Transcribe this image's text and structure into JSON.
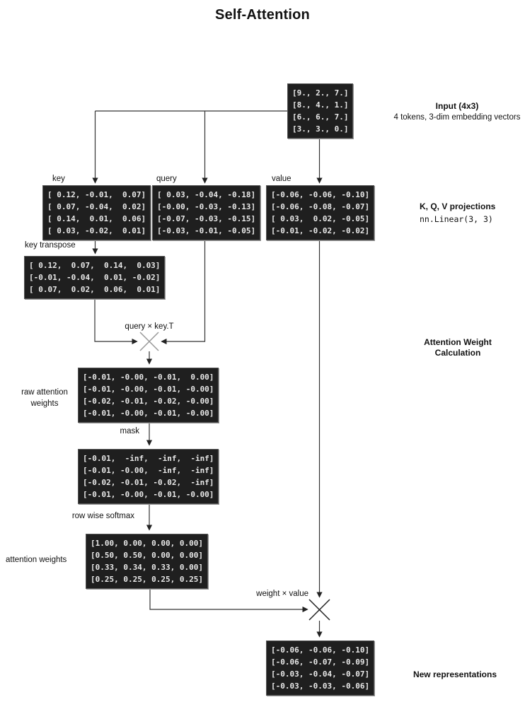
{
  "title": "Self-Attention",
  "labels": {
    "key": "key",
    "query": "query",
    "value": "value",
    "key_transpose": "key transpose",
    "query_x_keyT": "query × key.T",
    "raw_attention_weights": "raw attention weights",
    "mask": "mask",
    "row_wise_softmax": "row wise softmax",
    "attention_weights": "attention weights",
    "weight_x_value": "weight × value"
  },
  "annotations": {
    "input": {
      "heading": "Input (4x3)",
      "subheading": "4 tokens, 3-dim embedding vectors"
    },
    "projections": {
      "heading": "K, Q, V projections",
      "code": "nn.Linear(3, 3)"
    },
    "attention_calc": {
      "heading": "Attention Weight Calculation"
    },
    "output": {
      "heading": "New representations"
    }
  },
  "matrices": {
    "input": {
      "rows": [
        "[9., 2., 7.]",
        "[8., 4., 1.]",
        "[6., 6., 7.]",
        "[3., 3., 0.]"
      ]
    },
    "key": {
      "rows": [
        "[ 0.12, -0.01,  0.07]",
        "[ 0.07, -0.04,  0.02]",
        "[ 0.14,  0.01,  0.06]",
        "[ 0.03, -0.02,  0.01]"
      ]
    },
    "query": {
      "rows": [
        "[ 0.03, -0.04, -0.18]",
        "[-0.00, -0.03, -0.13]",
        "[-0.07, -0.03, -0.15]",
        "[-0.03, -0.01, -0.05]"
      ]
    },
    "value": {
      "rows": [
        "[-0.06, -0.06, -0.10]",
        "[-0.06, -0.08, -0.07]",
        "[ 0.03,  0.02, -0.05]",
        "[-0.01, -0.02, -0.02]"
      ]
    },
    "key_transpose": {
      "rows": [
        "[ 0.12,  0.07,  0.14,  0.03]",
        "[-0.01, -0.04,  0.01, -0.02]",
        "[ 0.07,  0.02,  0.06,  0.01]"
      ]
    },
    "raw_attention": {
      "rows": [
        "[-0.01, -0.00, -0.01,  0.00]",
        "[-0.01, -0.00, -0.01, -0.00]",
        "[-0.02, -0.01, -0.02, -0.00]",
        "[-0.01, -0.00, -0.01, -0.00]"
      ]
    },
    "masked": {
      "rows": [
        "[-0.01,  -inf,  -inf,  -inf]",
        "[-0.01, -0.00,  -inf,  -inf]",
        "[-0.02, -0.01, -0.02,  -inf]",
        "[-0.01, -0.00, -0.01, -0.00]"
      ]
    },
    "attention_weights": {
      "rows": [
        "[1.00, 0.00, 0.00, 0.00]",
        "[0.50, 0.50, 0.00, 0.00]",
        "[0.33, 0.34, 0.33, 0.00]",
        "[0.25, 0.25, 0.25, 0.25]"
      ]
    },
    "new_representations": {
      "rows": [
        "[-0.06, -0.06, -0.10]",
        "[-0.06, -0.07, -0.09]",
        "[-0.03, -0.04, -0.07]",
        "[-0.03, -0.03, -0.06]"
      ]
    }
  },
  "colors": {
    "background": "#ffffff",
    "matrix_bg": "#1f1f1f",
    "matrix_border": "#555555",
    "matrix_text": "#e8e8e8",
    "line": "#333333",
    "cross_light": "#999999",
    "cross_dark": "#222222",
    "text": "#111111"
  }
}
